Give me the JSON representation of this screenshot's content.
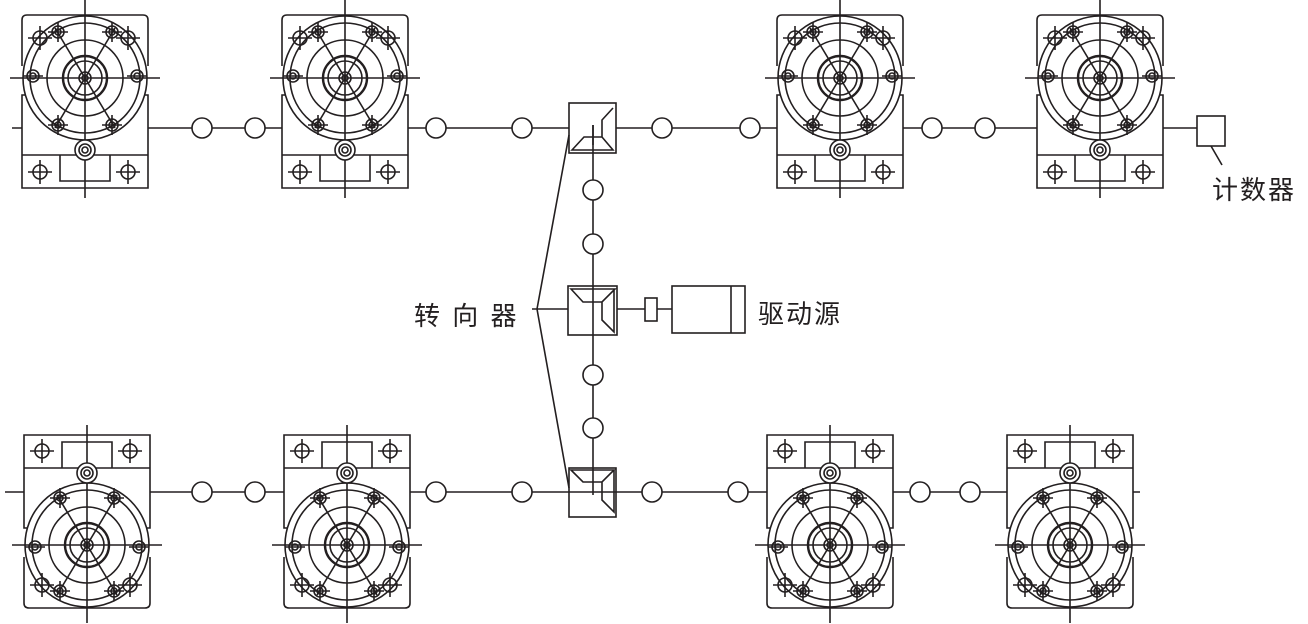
{
  "labels": {
    "counter": "计数器",
    "steering": "转 向 器",
    "drive": "驱动源"
  },
  "colors": {
    "line": "#231f20",
    "background": "#ffffff"
  }
}
